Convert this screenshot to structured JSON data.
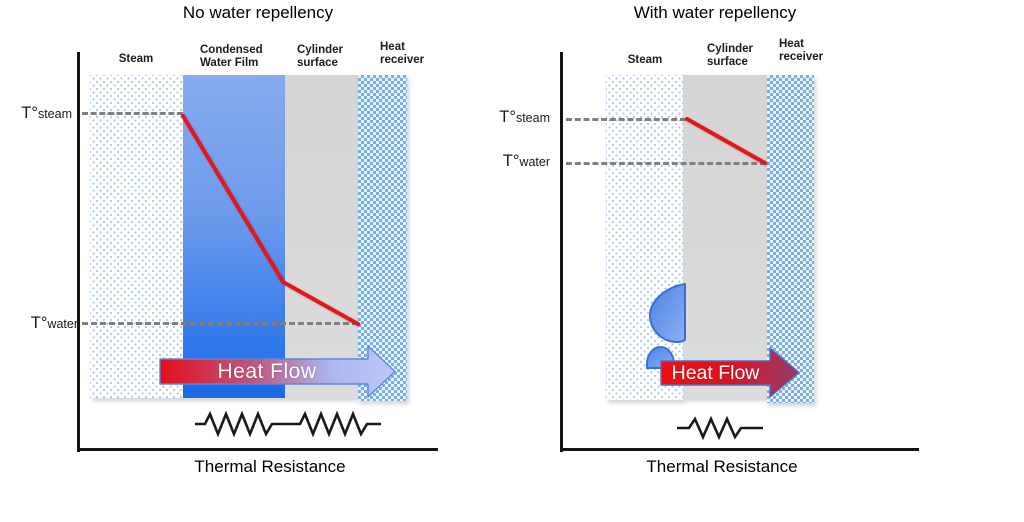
{
  "left": {
    "title": "No water repellency",
    "columns": {
      "steam": "Steam",
      "film_line1": "Condensed",
      "film_line2": "Water Film",
      "cylinder_line1": "Cylinder",
      "cylinder_line2": "surface",
      "receiver_line1": "Heat",
      "receiver_line2": "receiver"
    },
    "temps": {
      "steam_prefix": "T°",
      "steam_sub": "steam",
      "water_prefix": "T°",
      "water_sub": "water"
    },
    "heat_flow_label": "Heat Flow",
    "x_axis_label": "Thermal Resistance"
  },
  "right": {
    "title": "With water repellency",
    "columns": {
      "steam": "Steam",
      "cylinder_line1": "Cylinder",
      "cylinder_line2": "surface",
      "receiver_line1": "Heat",
      "receiver_line2": "receiver"
    },
    "temps": {
      "steam_prefix": "T°",
      "steam_sub": "steam",
      "water_prefix": "T°",
      "water_sub": "water"
    },
    "heat_flow_label": "Heat Flow",
    "x_axis_label": "Thermal Resistance"
  },
  "colors": {
    "red_temperature_line": "#e8141c",
    "water_film_top": "#87abee",
    "water_film_bottom": "#1b69e6",
    "cylinder_gray": "#d8d8d8",
    "receiver_checker_blue": "#7aade0",
    "steam_dot_blue": "#a9c9ec",
    "arrow_red": "#e8101c",
    "arrow_light_blue": "#bcc9f6",
    "arrow_maroon": "#8f3d68",
    "dashed_line_gray": "#7f7f7f",
    "droplet_blue": "#4d82e6",
    "axis_black": "#141414"
  }
}
